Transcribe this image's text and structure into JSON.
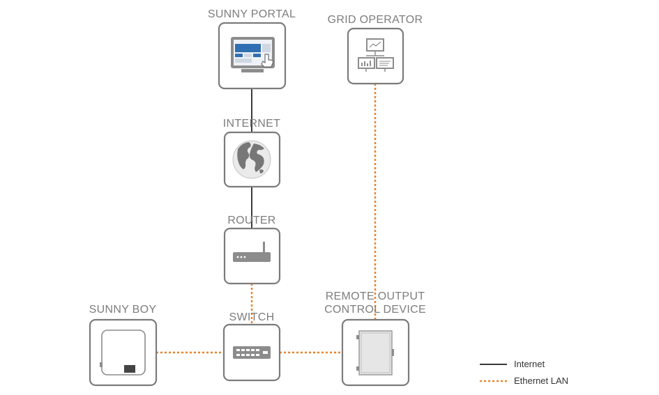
{
  "nodes": {
    "sunny_portal": "SUNNY PORTAL",
    "grid_operator": "GRID OPERATOR",
    "internet": "INTERNET",
    "router": "ROUTER",
    "sunny_boy": "SUNNY BOY",
    "switch": "SWITCH",
    "remote_output_line1": "REMOTE OUTPUT",
    "remote_output_line2": "CONTROL DEVICE"
  },
  "legend": {
    "internet": "Internet",
    "ethernet": "Ethernet LAN"
  },
  "colors": {
    "internet_line": "#3a3a3a",
    "ethernet_line": "#e8832a",
    "box_border": "#7b7b7b",
    "icon_gray": "#8c8c8c",
    "accent_blue": "#2f6fb2"
  },
  "icons": {
    "sunny_portal": "monitor-hand-icon",
    "grid_operator": "network-monitors-icon",
    "internet": "globe-icon",
    "router": "router-icon",
    "sunny_boy": "inverter-icon",
    "switch": "switch-icon",
    "remote_output": "cabinet-icon"
  }
}
